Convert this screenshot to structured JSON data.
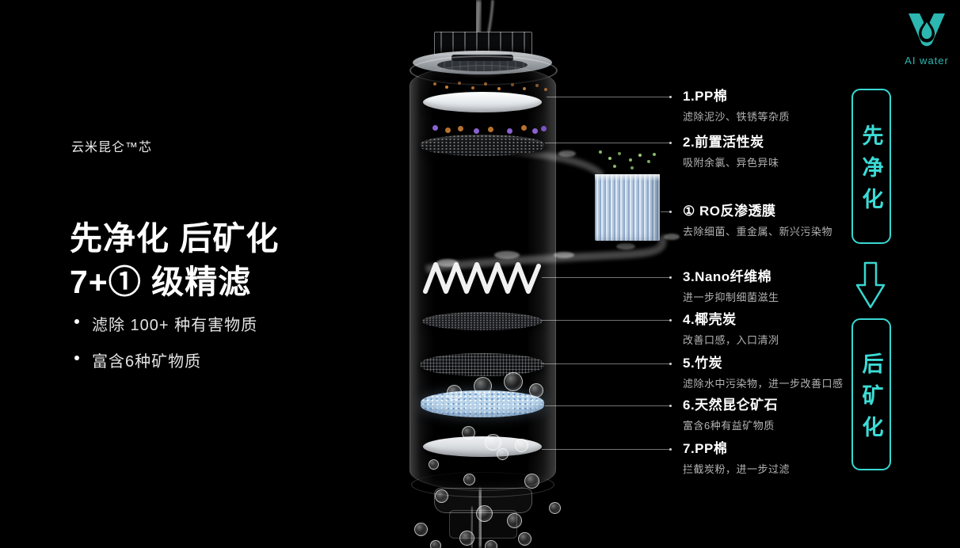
{
  "colors": {
    "background": "#000000",
    "accent_cyan": "#38d8d2",
    "logo_teal": "#2cb7b1",
    "text_primary": "#ffffff",
    "text_secondary": "#b3b3b3"
  },
  "brand": {
    "logo_text": "AI water",
    "logo_icon": "viomi-v-droplet-icon"
  },
  "left_panel": {
    "product_tag": "云米昆仑™芯",
    "title_line1": "先净化 后矿化",
    "title_line2": "7+① 级精滤",
    "bullets": [
      "滤除 100+ 种有害物质",
      "富含6种矿物质"
    ]
  },
  "callouts": [
    {
      "title": "1.PP棉",
      "desc": "滤除泥沙、铁锈等杂质"
    },
    {
      "title": "2.前置活性炭",
      "desc": "吸附余氯、异色异味"
    },
    {
      "title": "① RO反渗透膜",
      "desc": "去除细菌、重金属、新兴污染物"
    },
    {
      "title": "3.Nano纤维棉",
      "desc": "进一步抑制细菌滋生"
    },
    {
      "title": "4.椰壳炭",
      "desc": "改善口感，入口清冽"
    },
    {
      "title": "5.竹炭",
      "desc": "滤除水中污染物，进一步改善口感"
    },
    {
      "title": "6.天然昆仑矿石",
      "desc": "富含6种有益矿物质"
    },
    {
      "title": "7.PP棉",
      "desc": "拦截炭粉，进一步过滤"
    }
  ],
  "flow": {
    "step1": "先净化",
    "step2": "后矿化",
    "arrow_icon": "down-arrow-outline-icon"
  }
}
